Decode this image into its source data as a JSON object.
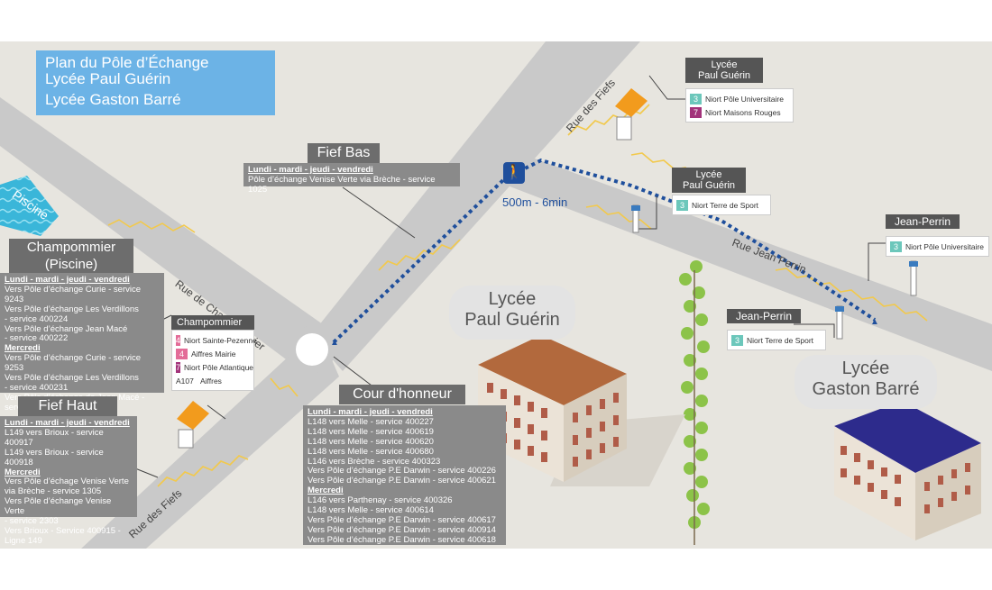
{
  "title": {
    "line1": "Plan du Pôle d’Échange",
    "line2": "Lycée Paul Guérin",
    "line3": "Lycée Gaston Barré"
  },
  "colors": {
    "title_bg": "#6cb3e6",
    "walk_path": "#1f4f9c",
    "road_zigzag": "#f2c94c",
    "bus_shelter": "#f29b1d",
    "line3_badge": "#6cc7bb",
    "line4_badge": "#e36c98",
    "line7_badge": "#a2327a"
  },
  "roads": {
    "champommier": "Rue de Champommier",
    "fiefs_bottom": "Rue des Fiefs",
    "fiefs_top": "Rue des Fiefs",
    "jean_perrin": "Rue Jean Perrin",
    "piscine": "Piscine"
  },
  "walk": {
    "icon": "pedestrian-icon",
    "label": "500m - 6min"
  },
  "fief_bas": {
    "name": "Fief Bas",
    "days": "Lundi - mardi - jeudi - vendredi",
    "line": "Pôle d’échange Venise Verte via Brèche - service 1025"
  },
  "champommier_piscine": {
    "name_line1": "Champommier",
    "name_line2": "(Piscine)",
    "lines": [
      {
        "text": "Lundi - mardi - jeudi - vendredi",
        "style": "day"
      },
      {
        "text": "Vers Pôle d’échange Curie - service 9243",
        "style": ""
      },
      {
        "text": "Vers Pôle d’échange Les Verdillons",
        "style": ""
      },
      {
        "text": "- service 400224",
        "style": ""
      },
      {
        "text": "Vers Pôle d’échange Jean Macé",
        "style": ""
      },
      {
        "text": "- service 400222",
        "style": ""
      },
      {
        "text": "Mercredi",
        "style": "day"
      },
      {
        "text": "Vers Pôle d’échange Curie - service 9253",
        "style": ""
      },
      {
        "text": "Vers Pôle d’échange Les Verdillons",
        "style": ""
      },
      {
        "text": "- service 400231",
        "style": ""
      },
      {
        "text": "Vers Pôle d’échange de Jean Macé -",
        "style": ""
      },
      {
        "text": "service 400208",
        "style": ""
      }
    ]
  },
  "champommier_stop": {
    "name": "Champommier",
    "routes": [
      {
        "badge": "4",
        "kind": "pink",
        "dest": "Niort  Sainte-Pezenne"
      },
      {
        "badge": "4",
        "kind": "pink",
        "dest": "Aiffres Mairie"
      },
      {
        "badge": "7",
        "kind": "purple",
        "dest": "Niort  Pôle Atlantique"
      },
      {
        "badge": "A107",
        "kind": "a107",
        "dest": "Aiffres"
      }
    ]
  },
  "fief_haut": {
    "name": "Fief Haut",
    "lines": [
      {
        "text": "Lundi  - mardi - jeudi - vendredi",
        "style": "day"
      },
      {
        "text": "L149 vers Brioux - service 400917",
        "style": ""
      },
      {
        "text": "L149 vers Brioux - service 400918",
        "style": ""
      },
      {
        "text": "Mercredi",
        "style": "day"
      },
      {
        "text": "Vers Pôle d’échage Venise Verte",
        "style": ""
      },
      {
        "text": "via Brèche - service 1305",
        "style": ""
      },
      {
        "text": "Vers Pôle d’échange Venise Verte",
        "style": ""
      },
      {
        "text": "- service 2303",
        "style": ""
      },
      {
        "text": "Vers Brioux -  Service 400915 -",
        "style": ""
      },
      {
        "text": "Ligne 149",
        "style": ""
      }
    ]
  },
  "cour_honneur": {
    "name": "Cour d'honneur",
    "lines": [
      {
        "text": "Lundi - mardi - jeudi - vendredi",
        "style": "day"
      },
      {
        "text": "L148 vers Melle - service 400227",
        "style": ""
      },
      {
        "text": "L148 vers Melle - service 400619",
        "style": ""
      },
      {
        "text": "L148 vers Melle - service 400620",
        "style": ""
      },
      {
        "text": "L148 vers Melle - service 400680",
        "style": ""
      },
      {
        "text": "L146 vers Brèche - service 400323",
        "style": ""
      },
      {
        "text": "Vers Pôle d’échange P.E Darwin - service 400226",
        "style": ""
      },
      {
        "text": "Vers Pôle d’échange P.E Darwin - service 400621",
        "style": ""
      },
      {
        "text": "Mercredi",
        "style": "day"
      },
      {
        "text": "L146 vers Parthenay  - service 400326",
        "style": ""
      },
      {
        "text": "L148 vers Melle - service 400614",
        "style": ""
      },
      {
        "text": "Vers Pôle d’échange P.E Darwin - service 400617",
        "style": ""
      },
      {
        "text": "Vers Pôle d’échange P.E Darwin - service 400914",
        "style": ""
      },
      {
        "text": "Vers Pôle d’échange P.E Darwin - service 400618",
        "style": ""
      }
    ]
  },
  "stop_pg_top": {
    "name_line1": "Lycée",
    "name_line2": "Paul Guérin",
    "routes": [
      {
        "badge": "3",
        "kind": "teal",
        "dest": "Niort  Pôle Universitaire"
      },
      {
        "badge": "7",
        "kind": "purple",
        "dest": "Niort  Maisons Rouges"
      }
    ]
  },
  "stop_pg_mid": {
    "name_line1": "Lycée",
    "name_line2": "Paul Guérin",
    "routes": [
      {
        "badge": "3",
        "kind": "teal",
        "dest": "Niort  Terre de Sport"
      }
    ]
  },
  "stop_jp_right": {
    "name": "Jean-Perrin",
    "routes": [
      {
        "badge": "3",
        "kind": "teal",
        "dest": "Niort  Pôle Universitaire"
      }
    ]
  },
  "stop_jp_left": {
    "name": "Jean-Perrin",
    "routes": [
      {
        "badge": "3",
        "kind": "teal",
        "dest": "Niort  Terre de Sport"
      }
    ]
  },
  "buildings": {
    "paul_guerin_line1": "Lycée",
    "paul_guerin_line2": "Paul Guérin",
    "gaston_barre_line1": "Lycée",
    "gaston_barre_line2": "Gaston Barré"
  }
}
